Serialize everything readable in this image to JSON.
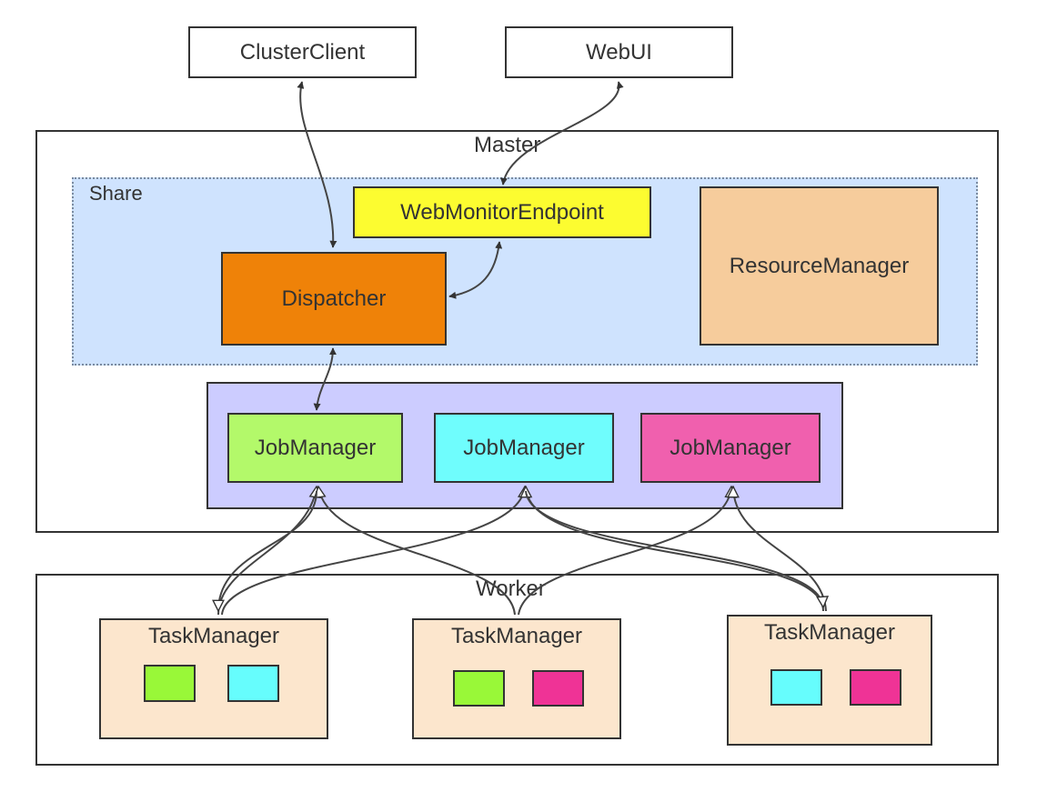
{
  "top": {
    "cluster_client": "ClusterClient",
    "web_ui": "WebUI"
  },
  "master": {
    "label": "Master",
    "share": {
      "label": "Share",
      "web_monitor": "WebMonitorEndpoint",
      "dispatcher": "Dispatcher",
      "resource_manager": "ResourceManager"
    },
    "job_managers": [
      {
        "label": "JobManager",
        "color": "#b3f96a"
      },
      {
        "label": "JobManager",
        "color": "#6ffdfd"
      },
      {
        "label": "JobManager",
        "color": "#f060ae"
      }
    ]
  },
  "worker": {
    "label": "Worker",
    "task_managers": [
      {
        "label": "TaskManager",
        "slots": [
          "#99f838",
          "#66fdfd"
        ]
      },
      {
        "label": "TaskManager",
        "slots": [
          "#99f838",
          "#ef3396"
        ]
      },
      {
        "label": "TaskManager",
        "slots": [
          "#66fdfd",
          "#ef3396"
        ]
      }
    ]
  },
  "colors": {
    "share_bg": "#cfe3fe",
    "jm_group_bg": "#ccccff",
    "web_monitor": "#fcfc30",
    "dispatcher": "#ef8208",
    "resource_manager": "#f6cc9c",
    "task_manager_bg": "#fce6cd"
  }
}
